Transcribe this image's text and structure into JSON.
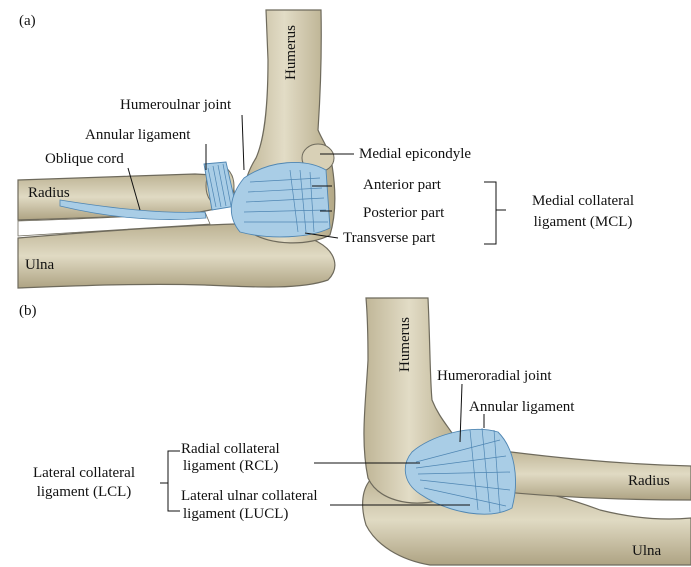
{
  "panels": {
    "a": {
      "tag": "(a)",
      "bones": {
        "humerus": "Humerus",
        "radius": "Radius",
        "ulna": "Ulna"
      },
      "labels": {
        "humeroulnar_joint": "Humeroulnar joint",
        "annular_ligament": "Annular ligament",
        "oblique_cord": "Oblique cord",
        "medial_epicondyle": "Medial epicondyle",
        "anterior_part": "Anterior part",
        "posterior_part": "Posterior part",
        "transverse_part": "Transverse part"
      },
      "group": {
        "line1": "Medial collateral",
        "line2": "ligament (MCL)"
      }
    },
    "b": {
      "tag": "(b)",
      "bones": {
        "humerus": "Humerus",
        "radius": "Radius",
        "ulna": "Ulna"
      },
      "labels": {
        "humeroradial_joint": "Humeroradial joint",
        "annular_ligament": "Annular ligament",
        "rcl_line1": "Radial collateral",
        "rcl_line2": "ligament (RCL)",
        "lucl_line1": "Lateral ulnar collateral",
        "lucl_line2": "ligament (LUCL)"
      },
      "group": {
        "line1": "Lateral collateral",
        "line2": "ligament (LCL)"
      }
    }
  },
  "colors": {
    "bone_fill": "#d9d1b8",
    "bone_shade": "#b8ad8d",
    "bone_outline": "#6e6a5c",
    "ligament": "#a9cde6",
    "ligament_stroke": "#4f86b3",
    "leader": "#111111"
  }
}
